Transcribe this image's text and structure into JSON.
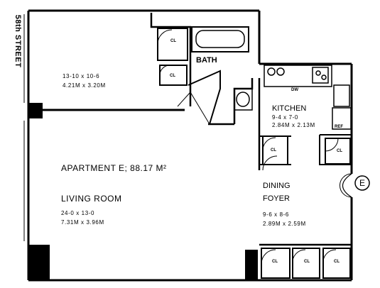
{
  "street": "58th STREET",
  "apartment_label": "APARTMENT E; 88.17 M²",
  "entrance_mark": "E",
  "rooms": {
    "bedroom": {
      "dim_imperial": "13-10 x 10-6",
      "dim_metric": "4.21M x 3.20M"
    },
    "living": {
      "name": "LIVING ROOM",
      "dim_imperial": "24-0 x 13-0",
      "dim_metric": "7.31M x 3.96M"
    },
    "kitchen": {
      "name": "KITCHEN",
      "dim_imperial": "9-4 x 7-0",
      "dim_metric": "2.84M x 2.13M"
    },
    "dining": {
      "name": "DINING",
      "name2": "FOYER",
      "dim_imperial": "9-6 x 8-6",
      "dim_metric": "2.89M x 2.59M"
    },
    "bath": {
      "name": "BATH"
    }
  },
  "closet_label": "CL",
  "kitchen_fixtures": {
    "dishwasher": "DW",
    "ref": "REF"
  }
}
